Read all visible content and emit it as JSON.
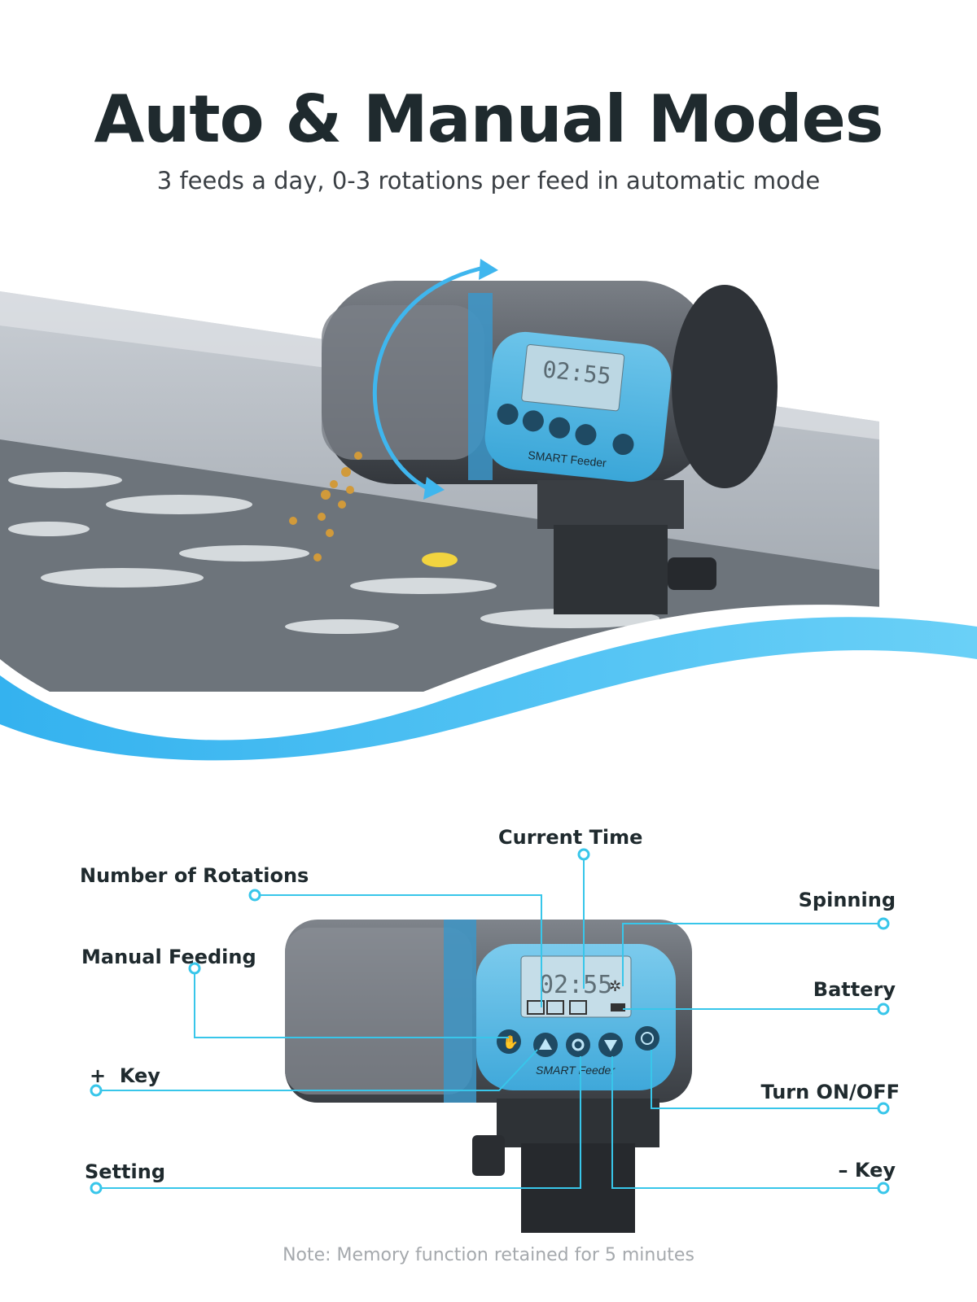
{
  "header": {
    "title": "Auto & Manual Modes",
    "subtitle": "3 feeds a day, 0-3 rotations per feed in automatic mode"
  },
  "device": {
    "lcd_time": "02:55",
    "brand_label": "SMART Feeder"
  },
  "callouts": {
    "current_time": "Current Time",
    "number_of_rotations": "Number of Rotations",
    "spinning": "Spinning",
    "manual_feeding": "Manual Feeding",
    "battery": "Battery",
    "plus_key": "+  Key",
    "turn_on_off": "Turn ON/OFF",
    "setting": "Setting",
    "minus_key": "– Key"
  },
  "note": "Note: Memory function retained for 5 minutes",
  "colors": {
    "accent_blue": "#3fb6ee",
    "callout_line": "#38c6ea",
    "device_body": "#5a5f66",
    "panel_blue": "#4fb3e0",
    "title_text": "#1f2a2e"
  },
  "icons": [
    "rotation-arrow-icon",
    "hand-icon",
    "up-triangle-icon",
    "gear-icon",
    "down-triangle-icon",
    "power-icon",
    "battery-icon",
    "fan-icon"
  ]
}
